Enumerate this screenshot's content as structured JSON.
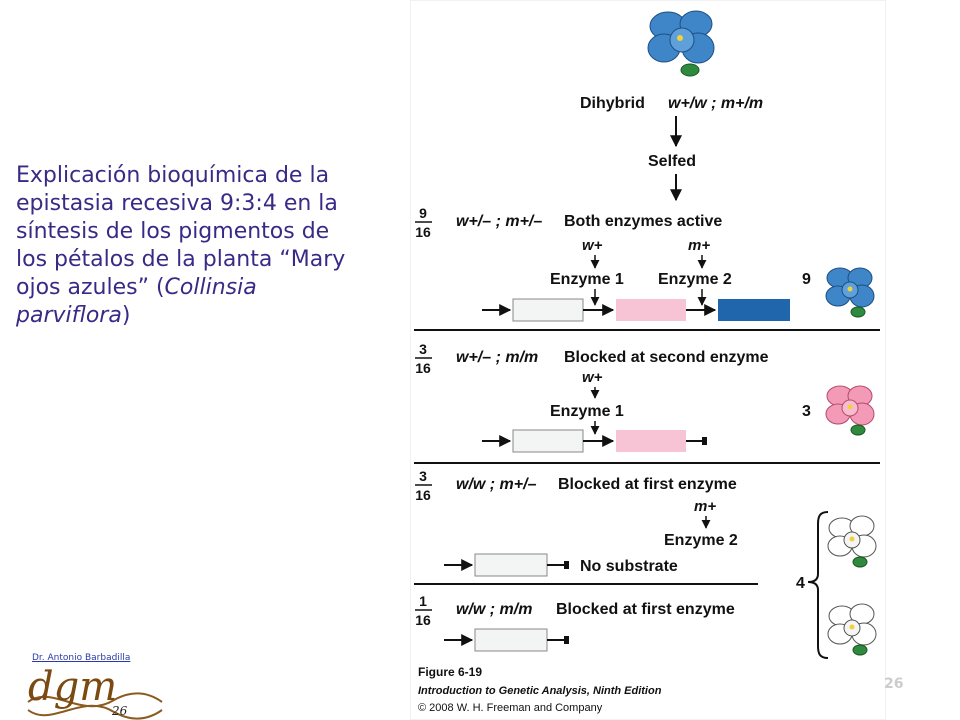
{
  "slide": {
    "text_lines": [
      "Explicación bioquímica de la",
      "epistasia recesiva 9:3:4 en la",
      "síntesis de los pigmentos de",
      "los pétalos de la planta “Mary",
      "ojos azules” ("
    ],
    "text_italic_1": "Collinsia",
    "text_line6_italic": "parviflora",
    "text_line6_end": ")",
    "author": "Dr. Antonio Barbadilla",
    "logo_text": "dgm",
    "page_number": "26",
    "page_number_ghost": "26"
  },
  "figure": {
    "dihybrid_label": "Dihybrid",
    "dihybrid_genotype": "w+/w ; m+/m",
    "selfed_label": "Selfed",
    "rows": [
      {
        "num": "9",
        "den": "16",
        "genotype": "w+/– ; m+/–",
        "status": "Both enzymes active",
        "count": "9"
      },
      {
        "num": "3",
        "den": "16",
        "genotype": "w+/– ; m/m",
        "status": "Blocked at second enzyme",
        "count": "3"
      },
      {
        "num": "3",
        "den": "16",
        "genotype": "w/w ; m+/–",
        "status": "Blocked at first enzyme",
        "count": "4"
      },
      {
        "num": "1",
        "den": "16",
        "genotype": "w/w ; m/m",
        "status": "Blocked at first enzyme",
        "count": ""
      }
    ],
    "allele_w": "w+",
    "allele_m": "m+",
    "enzyme1": "Enzyme 1",
    "enzyme2": "Enzyme 2",
    "no_substrate": "No substrate",
    "caption_title": "Figure 6-19",
    "caption_book": "Introduction to Genetic Analysis, Ninth Edition",
    "caption_copyright": "© 2008 W. H. Freeman and Company"
  },
  "colors": {
    "text": "#3a2a86",
    "blue_pigment": "#1f66ad",
    "pink_pigment": "#f6c4d5",
    "colorless": "#f3f5f4",
    "blue_flower": "#3f86c8",
    "pink_flower": "#f39ab7"
  }
}
